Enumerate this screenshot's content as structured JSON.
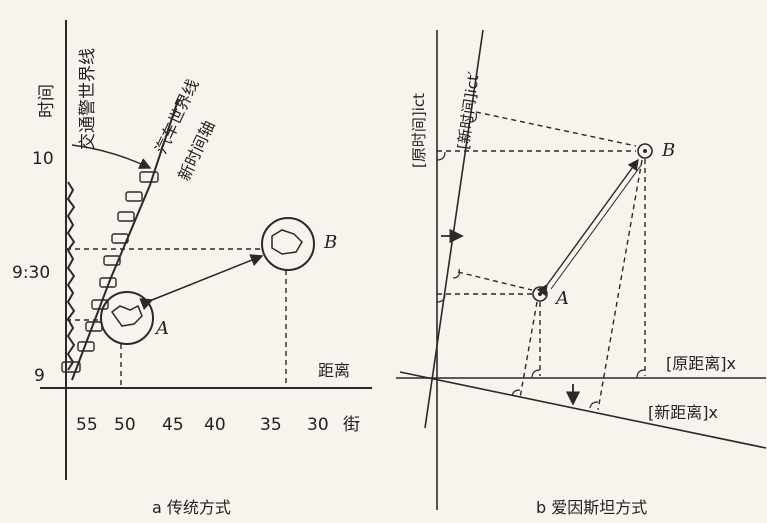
{
  "panel_a": {
    "caption": "a  传统方式",
    "time_axis_label": "时间",
    "cop_worldline_label": "交通警世界线",
    "car_worldline_label_1": "汽车世界线",
    "car_worldline_label_2": "新时间轴",
    "distance_label": "距离",
    "street_label": "街",
    "time_ticks": [
      "10",
      "9:30",
      "9"
    ],
    "street_ticks": [
      "55",
      "50",
      "45",
      "40",
      "35",
      "30"
    ],
    "event_a": "A",
    "event_b": "B"
  },
  "panel_b": {
    "caption": "b  爱因斯坦方式",
    "orig_time_axis": "[原时间]ict",
    "new_time_axis": "[新时间]ict′",
    "orig_distance_axis": "[原距离]x",
    "new_distance_axis": "[新距离]x",
    "event_a": "A",
    "event_b": "B"
  }
}
